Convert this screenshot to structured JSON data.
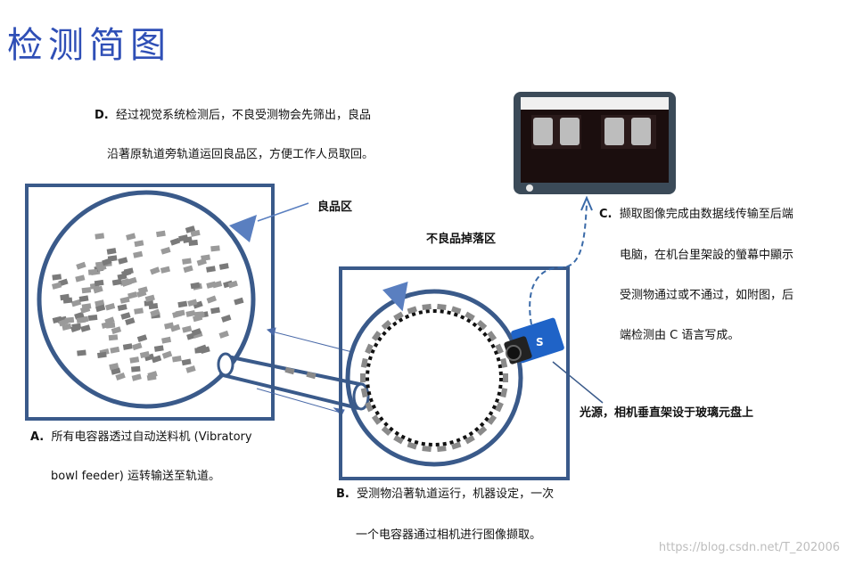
{
  "title": "检测简图",
  "step_d": {
    "letter": "D.",
    "line1": "经过视觉系统检测后，不良受测物会先筛出，良品",
    "line2": "沿著原轨道旁轨道运回良品区，方便工作人员取回。"
  },
  "step_c": {
    "letter": "C.",
    "line1": "撷取图像完成由数据线传输至后端",
    "line2": "电脑，在机台里架設的螢幕中顯示",
    "line3": "受测物通过或不通过，如附图，后",
    "line4": "端检测由 C 语言写成。"
  },
  "step_a": {
    "letter": "A.",
    "line1": "所有电容器透过自动送料机  (Vibratory",
    "line2": "bowl feeder) 运转输送至轨道。"
  },
  "step_b": {
    "letter": "B.",
    "line1": "受测物沿著轨道运行，机器设定，一次",
    "line2": "一个电容器通过相机进行图像撷取。"
  },
  "labels": {
    "good_area": "良品区",
    "reject_area": "不良品掉落区",
    "light_camera": "光源，相机垂直架设于玻璃元盘上"
  },
  "watermark": "https://blog.csdn.net/T_202006",
  "colors": {
    "frame": "#3a5a8a",
    "funnel": "#5a7fc0",
    "title": "#2f4fb6",
    "camera_body": "#1f63c7"
  }
}
